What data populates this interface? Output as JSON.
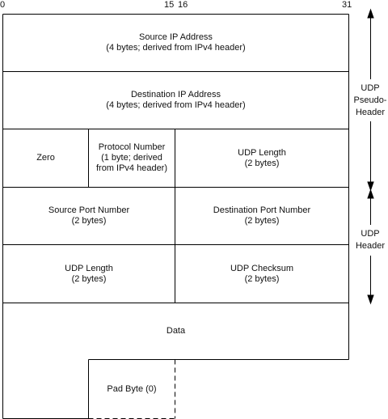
{
  "bit_labels": {
    "start": "0",
    "mid_left": "15",
    "mid_right": "16",
    "end": "31"
  },
  "rows": {
    "source_ip": {
      "title": "Source IP Address",
      "detail": "(4 bytes; derived from IPv4 header)"
    },
    "dest_ip": {
      "title": "Destination IP Address",
      "detail": "(4 bytes; derived from IPv4 header)"
    },
    "zero": {
      "title": "Zero"
    },
    "protocol": {
      "line1": "Protocol Number",
      "line2": "(1 byte; derived",
      "line3": "from IPv4 header)"
    },
    "udp_length_pseudo": {
      "title": "UDP Length",
      "detail": "(2 bytes)"
    },
    "src_port": {
      "title": "Source Port Number",
      "detail": "(2 bytes)"
    },
    "dst_port": {
      "title": "Destination Port Number",
      "detail": "(2 bytes)"
    },
    "udp_length": {
      "title": "UDP Length",
      "detail": "(2 bytes)"
    },
    "udp_checksum": {
      "title": "UDP Checksum",
      "detail": "(2 bytes)"
    },
    "data": {
      "title": "Data"
    },
    "pad": {
      "title": "Pad Byte (0)"
    }
  },
  "side_labels": {
    "pseudo_header": [
      "UDP",
      "Pseudo-",
      "Header"
    ],
    "header": [
      "UDP",
      "Header"
    ]
  }
}
